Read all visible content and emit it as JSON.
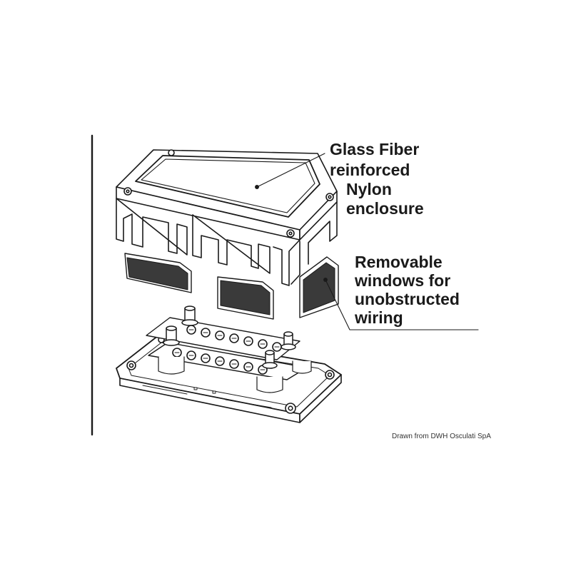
{
  "callouts": {
    "enclosure": {
      "line1": "Glass Fiber",
      "line2": "reinforced",
      "line3": "Nylon",
      "line4": "enclosure"
    },
    "windows": {
      "line1": "Removable",
      "line2": "windows for",
      "line3": "unobstructed",
      "line4": "wiring"
    }
  },
  "credit": "Drawn from DWH Osculati SpA",
  "colors": {
    "ink": "#1a1a1a",
    "fill": "#ffffff",
    "window_fill": "#3a3a3a"
  }
}
